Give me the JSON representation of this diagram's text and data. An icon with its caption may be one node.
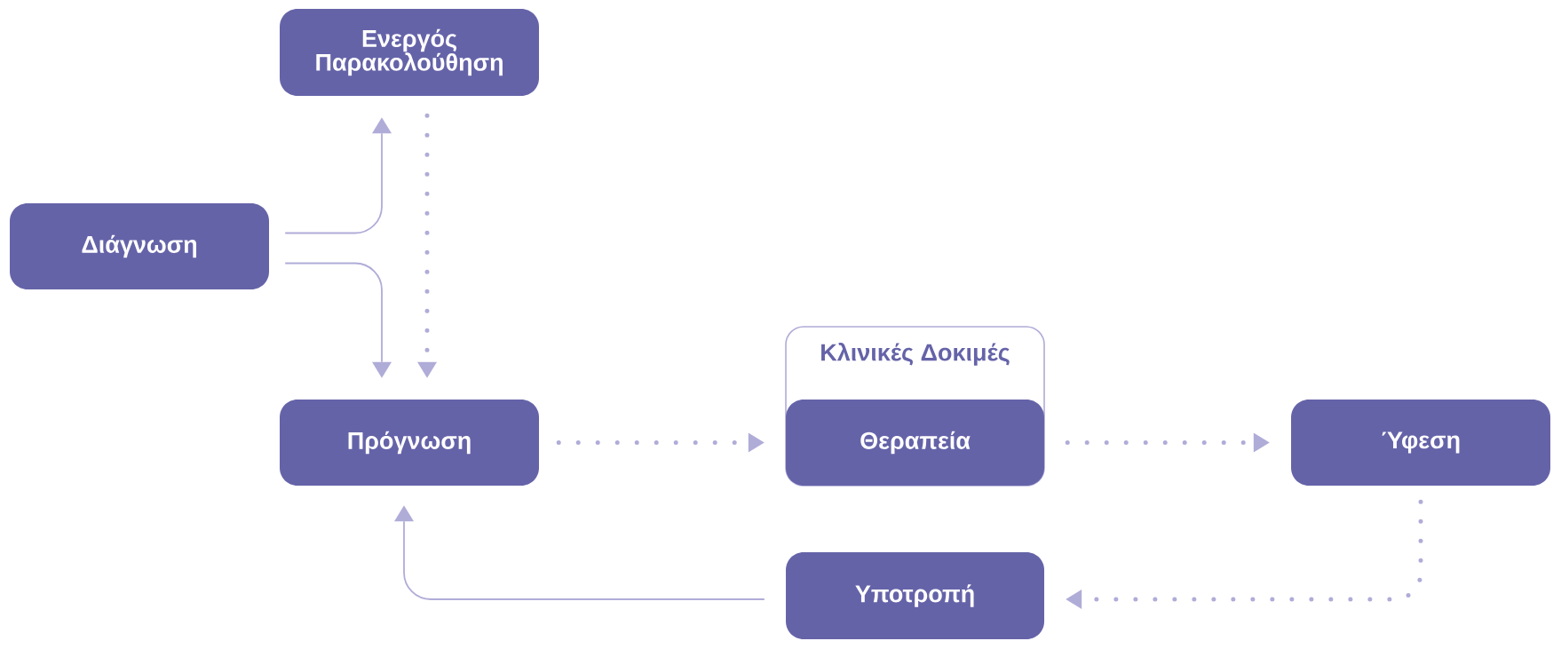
{
  "diagram": {
    "nodes": [
      {
        "text": [
          "Ενεργός Παρακολούθηση"
        ]
      },
      {
        "text": [
          "Διάγνωση"
        ]
      },
      {
        "text": [
          "Πρόγνωση"
        ]
      },
      {
        "text": [
          "Κλινικές Δοκιμές"
        ]
      },
      {
        "text": [
          "Θεραπεία"
        ],
        "in": 3
      },
      {
        "text": [
          "Ύφεση"
        ]
      },
      {
        "text": [
          "Υποτροπή"
        ]
      }
    ],
    "edges": [
      {
        "from": 1,
        "to": 0,
        "arrow": "to"
      },
      {
        "from": 1,
        "to": 2,
        "arrow": "to"
      },
      {
        "from": 0,
        "to": 2,
        "arrow": "to",
        "style": "dashed"
      },
      {
        "from": 2,
        "to": 4,
        "arrow": "to",
        "style": "dashed"
      },
      {
        "from": 4,
        "to": 5,
        "arrow": "to",
        "style": "dashed"
      },
      {
        "from": 5,
        "to": 6,
        "arrow": "to",
        "style": "dashed"
      },
      {
        "from": 6,
        "to": 2,
        "arrow": "to"
      }
    ]
  }
}
